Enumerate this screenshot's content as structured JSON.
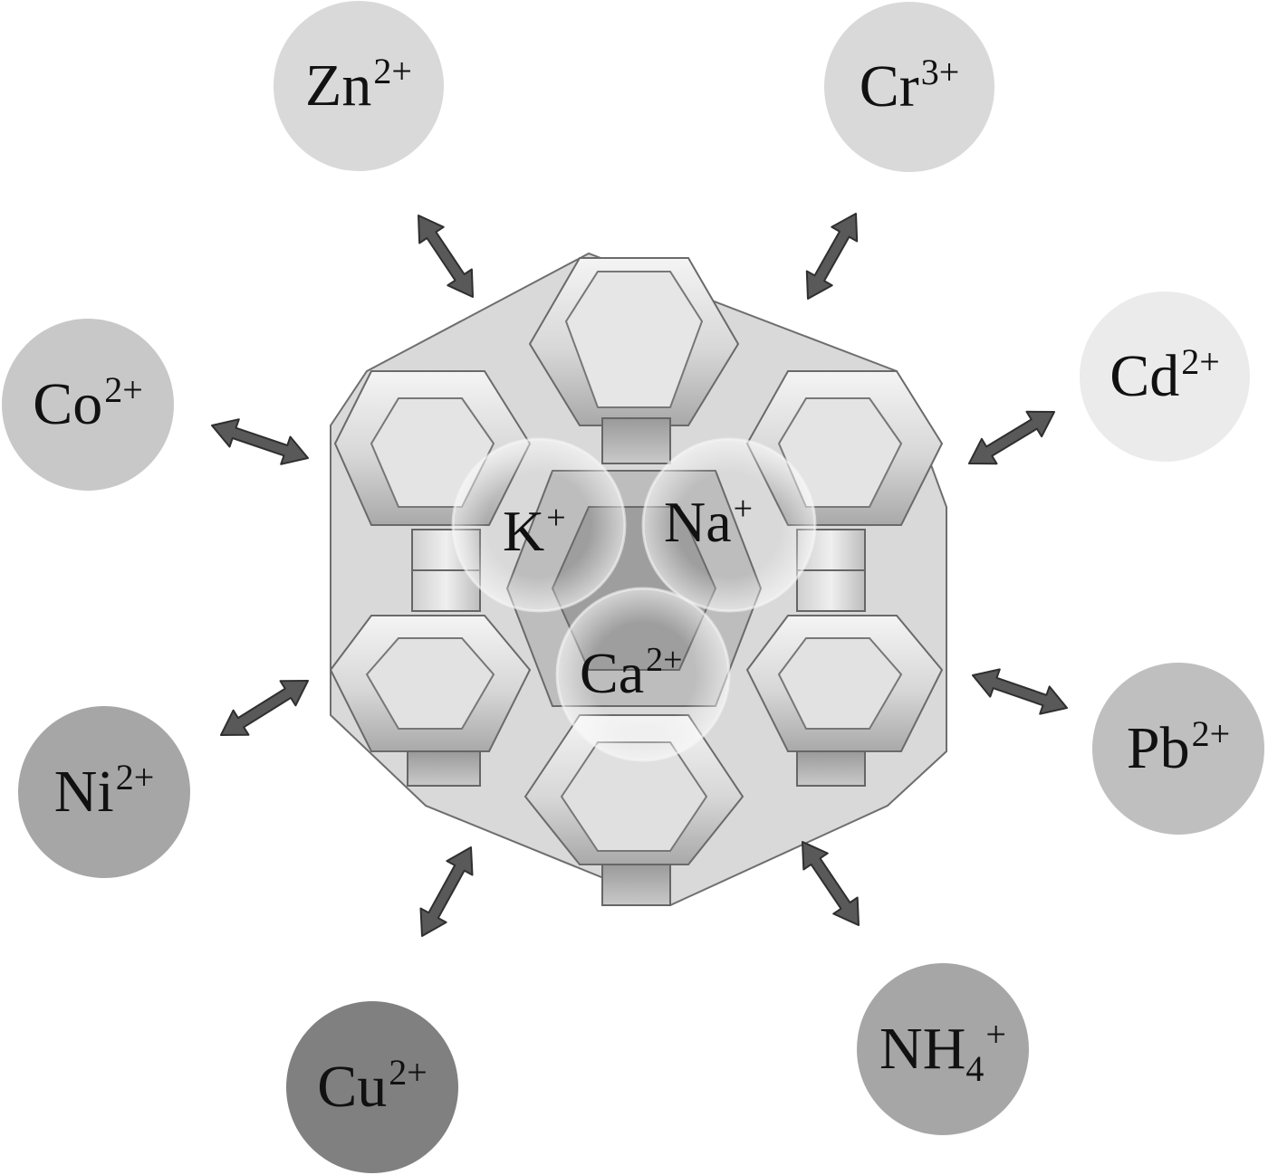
{
  "framework_cations": [
    {
      "symbol": "K",
      "charge": "+"
    },
    {
      "symbol": "Na",
      "charge": "+"
    },
    {
      "symbol": "Ca",
      "charge": "2+"
    }
  ],
  "exchange_cations": [
    {
      "symbol": "Zn",
      "sub": "",
      "charge": "2+",
      "color": "#d9d9d9"
    },
    {
      "symbol": "Cr",
      "sub": "",
      "charge": "3+",
      "color": "#d9d9d9"
    },
    {
      "symbol": "Cd",
      "sub": "",
      "charge": "2+",
      "color": "#ebebeb"
    },
    {
      "symbol": "Pb",
      "sub": "",
      "charge": "2+",
      "color": "#bfbfbf"
    },
    {
      "symbol": "NH",
      "sub": "4",
      "charge": "+",
      "color": "#a6a6a6"
    },
    {
      "symbol": "Cu",
      "sub": "",
      "charge": "2+",
      "color": "#808080"
    },
    {
      "symbol": "Ni",
      "sub": "",
      "charge": "2+",
      "color": "#a6a6a6"
    },
    {
      "symbol": "Co",
      "sub": "",
      "charge": "2+",
      "color": "#c8c8c8"
    }
  ],
  "colors": {
    "arrow_fill": "#595959",
    "arrow_stroke": "#2f2f2f",
    "framework_light": "#f2f2f2",
    "framework_mid": "#cfcfcf",
    "framework_dark": "#8c8c8c"
  }
}
